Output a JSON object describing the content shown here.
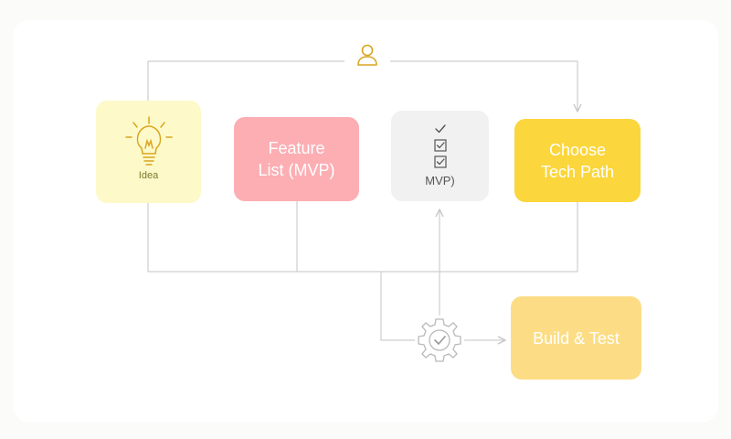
{
  "diagram": {
    "nodes": {
      "idea": {
        "label": "Idea",
        "icon": "lightbulb-icon",
        "color": "#fdf9c9"
      },
      "feature_list": {
        "label": "Feature\nList (MVP)",
        "color": "#fcaeb3"
      },
      "mvp": {
        "label": "MVP)",
        "checklist_icon": "checklist-icon",
        "color": "#f1f1f1"
      },
      "choose_tech": {
        "label": "Choose\nTech Path",
        "color": "#fbd63c"
      },
      "build_test": {
        "label": "Build & Test",
        "color": "#fcdd85"
      }
    },
    "icons": {
      "top": "user-icon",
      "center": "gear-check-icon"
    },
    "line_color": "#c8c8c8",
    "icon_color": "#d9a520"
  }
}
